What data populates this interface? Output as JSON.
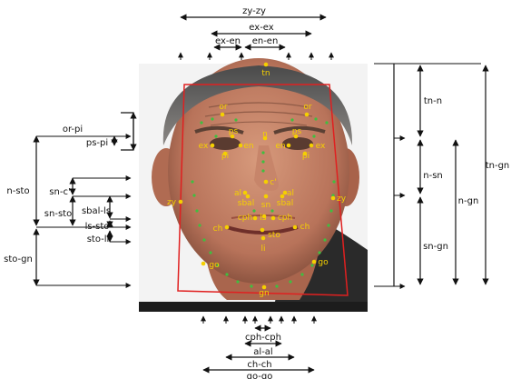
{
  "colors": {
    "landmark": "#f5d000",
    "contour_point": "#3fbf3f",
    "bbox": "#e02020",
    "arrow": "#111111",
    "background": "#ffffff"
  },
  "photo": {
    "icon": "face-photo"
  },
  "top_measures": [
    "zy-zy",
    "ex-ex",
    "ex-en",
    "en-en"
  ],
  "bottom_measures": [
    "cph-cph",
    "al-al",
    "ch-ch",
    "go-go"
  ],
  "left_inner_measures": [
    "or-pi",
    "ps-pi"
  ],
  "left_outer_measures": [
    "n-sto",
    "sn-c'",
    "sn-sto",
    "sbal-ls",
    "ls-sto",
    "sto-li",
    "sto-gn"
  ],
  "right_measures": [
    "tn-n",
    "n-sn",
    "sn-gn",
    "n-gn",
    "tn-gn"
  ],
  "landmarks": [
    "tn",
    "or",
    "or",
    "ps",
    "ps",
    "ex",
    "en",
    "n",
    "en",
    "ex",
    "pi",
    "pi",
    "c'",
    "al",
    "al",
    "sbal",
    "sn",
    "sbal",
    "zy",
    "zy",
    "cph",
    "ls",
    "cph",
    "ch",
    "sto",
    "ch",
    "li",
    "go",
    "go",
    "gn"
  ]
}
